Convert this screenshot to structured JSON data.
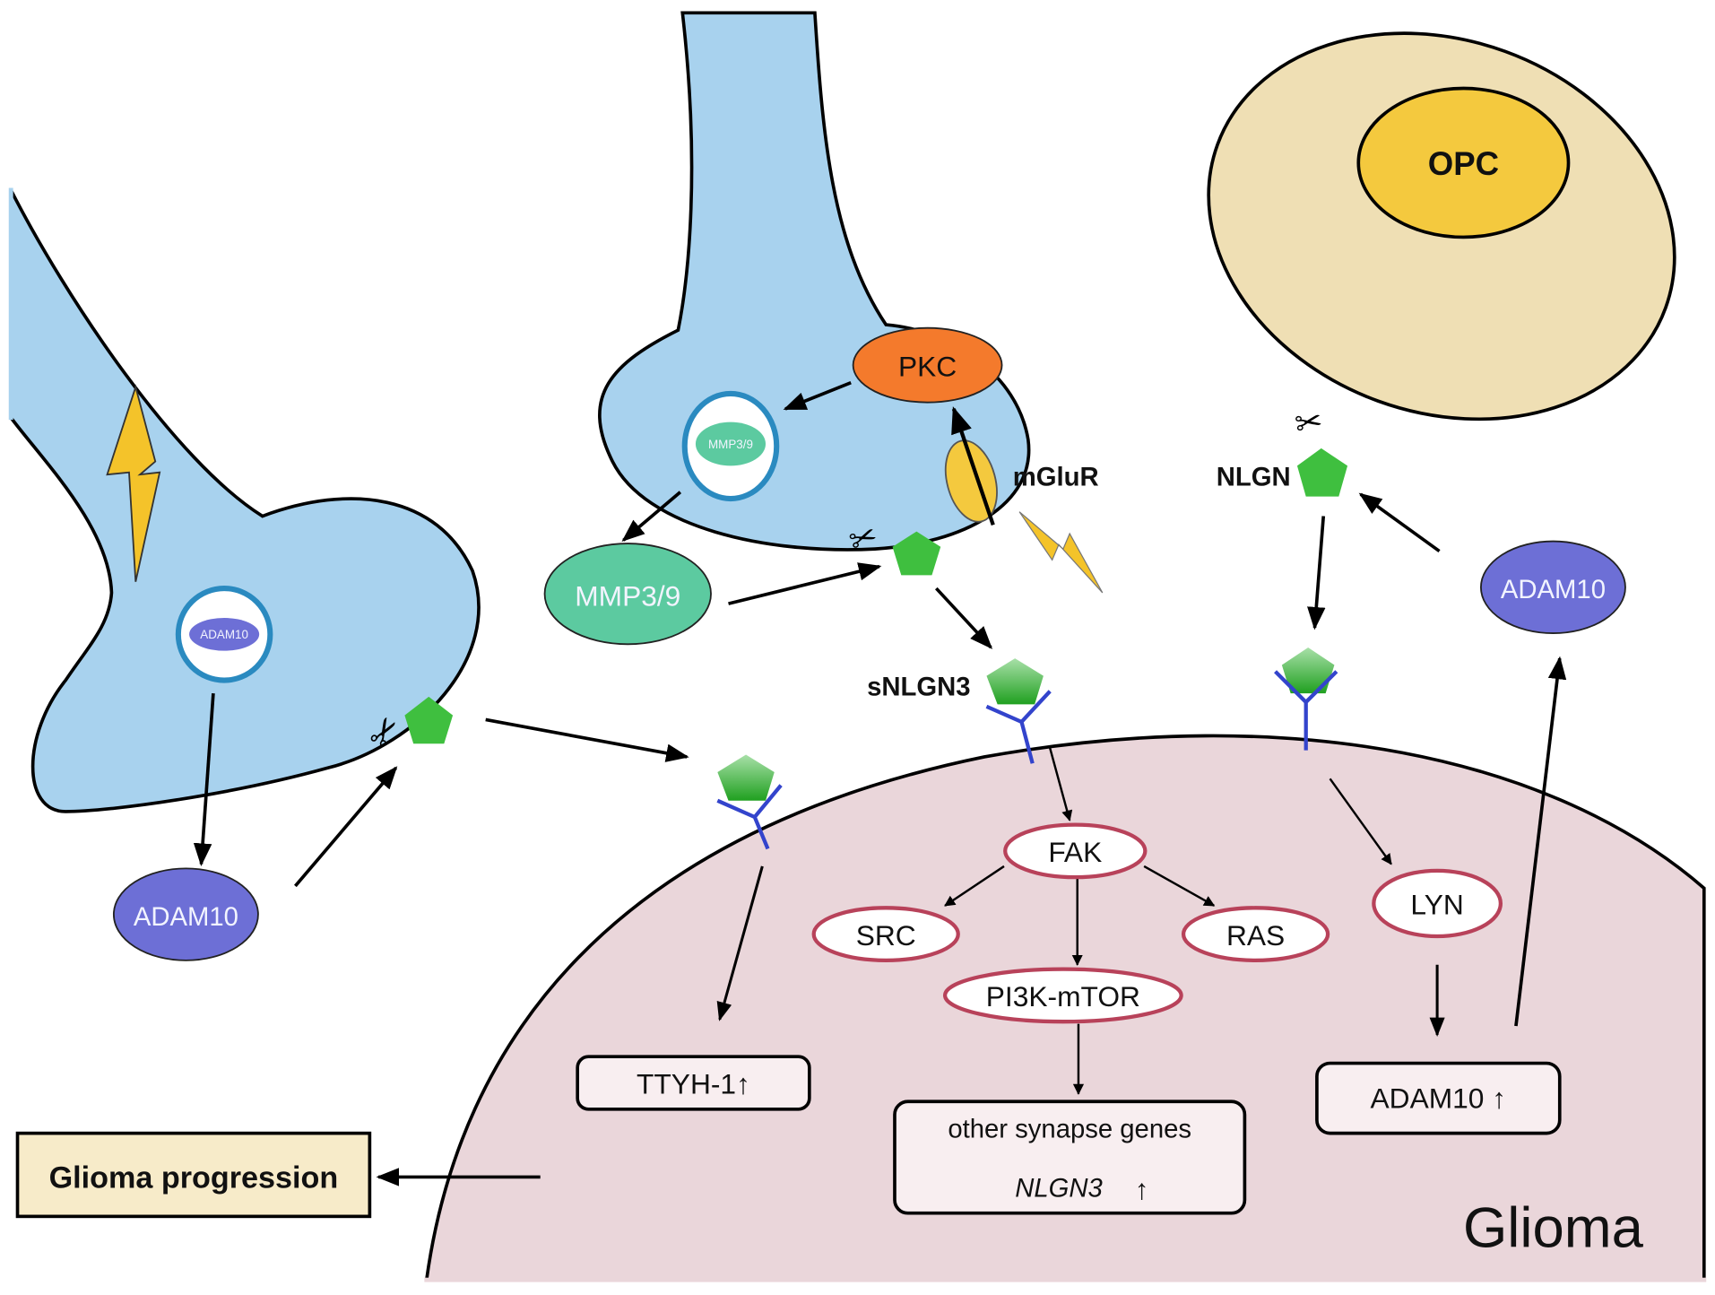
{
  "diagram": {
    "title": "NLGN3 shedding and signaling in glioma",
    "colors": {
      "neuron": "#a8d2ee",
      "opc_cell": "#efdfb4",
      "opc_nucleus": "#f4c93e",
      "glioma": "#ead6da",
      "adam10": "#6d6fd6",
      "mmp": "#5ccaa0",
      "pkc": "#f47a2c",
      "nlgn": "#3fbf3f",
      "receptor": "#3344cc",
      "kinase_border": "#b8425a",
      "progression_box": "#f7ebc9",
      "lightning": "#f4c32a"
    },
    "nodes": {
      "opc": "OPC",
      "pkc": "PKC",
      "mmp_vesicle": "MMP3/9",
      "mmp_free": "MMP3/9",
      "mglur": "mGluR",
      "nlgn": "NLGN",
      "snlgn3": "sNLGN3",
      "adam10_vesicle": "ADAM10",
      "adam10_left": "ADAM10",
      "adam10_right": "ADAM10",
      "fak": "FAK",
      "src": "SRC",
      "ras": "RAS",
      "pi3k": "PI3K-mTOR",
      "lyn": "LYN",
      "ttyh": "TTYH-1↑",
      "synapse_genes_line1": "other synapse genes",
      "synapse_genes_line2": "NLGN3",
      "synapse_genes_arrow": "↑",
      "adam10_up": "ADAM10 ↑",
      "glioma_progression": "Glioma progression",
      "glioma_label": "Glioma"
    }
  }
}
